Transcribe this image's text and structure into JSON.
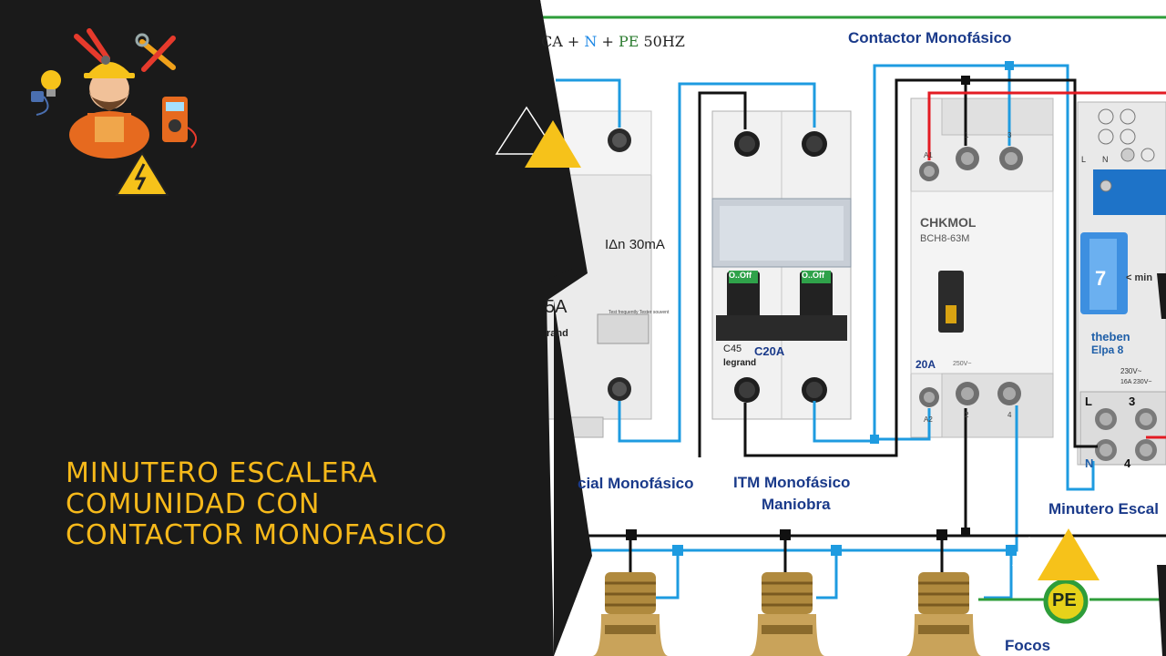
{
  "supply": {
    "text_a": "CA + ",
    "text_n": "N",
    "text_mid": " + ",
    "text_pe": "PE",
    "text_freq": " 50HZ"
  },
  "labels": {
    "contactor": "Contactor Monofásico",
    "differential": "cial Monofásico",
    "itm_line1": "ITM Monofásico",
    "itm_line2": "Maniobra",
    "timer": "Minutero Escal",
    "bulbs": "Focos",
    "pe_symbol": "PE"
  },
  "devices": {
    "differential": {
      "sensitivity": "IΔn 30mA",
      "rating": "5A",
      "brand": "rand",
      "test_text": "Test frequently Tester souvent"
    },
    "itm": {
      "on_off_1": "O..Off",
      "on_off_2": "O..Off",
      "curve": "C45",
      "rating": "C20A",
      "brand": "legrand"
    },
    "contactor": {
      "brand": "CHKMOL",
      "model": "BCH8-63M",
      "rating": "20A",
      "voltage": "250V~",
      "t1": "1",
      "t3": "3",
      "t2": "2",
      "t4": "4",
      "a1": "A1",
      "a2": "A2"
    },
    "timer": {
      "brand": "theben",
      "model": "Elpa 8",
      "setting": "7",
      "unit": "< min",
      "spec1": "230V~",
      "spec2": "16A 230V~",
      "term_L": "L",
      "term_3": "3",
      "term_N": "N",
      "term_4": "4",
      "top_L": "L",
      "top_N": "N"
    }
  },
  "title": {
    "line1": "MINUTERO ESCALERA",
    "line2": "COMUNIDAD CON",
    "line3": "CONTACTOR MONOFASICO"
  },
  "colors": {
    "panel": "#1a1a1a",
    "accent": "#f6b91a",
    "neutral_wire": "#1e9be0",
    "phase_wire": "#111111",
    "red_wire": "#e31b23",
    "earth_wire": "#2e9d3a",
    "label_blue": "#1a3a8a"
  },
  "icons": [
    "electrician-avatar-icon",
    "pliers-icon",
    "wrench-screwdriver-icon",
    "light-bulb-icon",
    "plug-icon",
    "multimeter-icon",
    "high-voltage-warning-icon"
  ]
}
